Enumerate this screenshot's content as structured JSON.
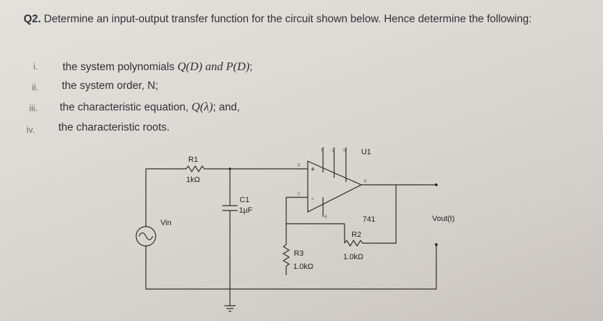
{
  "question": {
    "label": "Q2.",
    "text": "Determine an input-output transfer function for the circuit shown below. Hence determine the following:"
  },
  "items": [
    {
      "num": "i.",
      "pre": "the system polynomials ",
      "math": "Q(D) and P(D)",
      "post": ";"
    },
    {
      "num": "ii.",
      "pre": "the system order, N;",
      "math": "",
      "post": ""
    },
    {
      "num": "iii.",
      "pre": "the characteristic equation, ",
      "math": "Q(λ)",
      "post": "; and,"
    },
    {
      "num": "iv.",
      "pre": "the characteristic roots.",
      "math": "",
      "post": ""
    }
  ],
  "circuit": {
    "r1": {
      "name": "R1",
      "value": "1kΩ"
    },
    "c1": {
      "name": "C1",
      "value": "1µF"
    },
    "r2": {
      "name": "R2",
      "value": "1.0kΩ"
    },
    "r3": {
      "name": "R3",
      "value": "1.0kΩ"
    },
    "opamp": {
      "name": "U1",
      "model": "741"
    },
    "source": {
      "name": "Vin"
    },
    "output": {
      "name": "Vout(t)"
    },
    "pins": {
      "p7": "7",
      "p1": "1",
      "p5": "5",
      "p3": "3",
      "p2": "2",
      "p4": "4",
      "p6": "6",
      "plus": "+",
      "minus": "-"
    }
  }
}
